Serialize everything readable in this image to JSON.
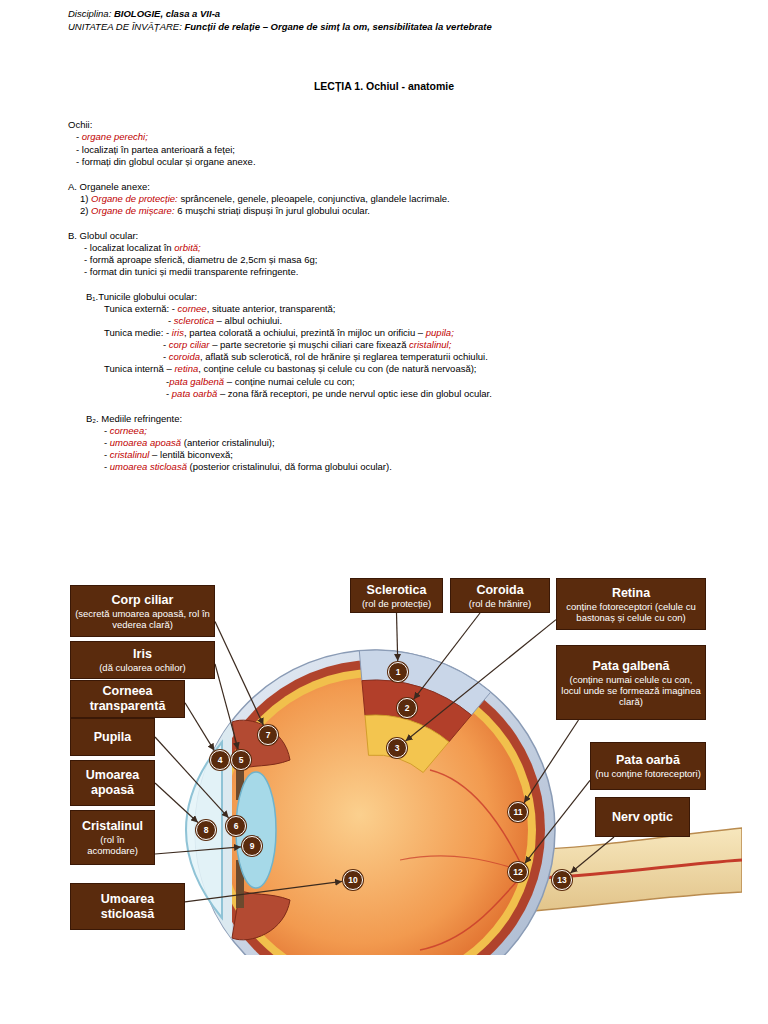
{
  "diagram": {
    "title": "LECȚIA 1. Ochiul - anatomie",
    "nodes": [
      {
        "text": [
          "Corp ciliar",
          "(secretă umoarea apoasă, rol în vederea clară)"
        ]
      },
      {
        "text": [
          "Iris",
          "(dă culoarea ochilor)"
        ]
      },
      {
        "text": [
          "Corneea transparentă"
        ]
      },
      {
        "text": [
          "Pupila"
        ]
      },
      {
        "text": [
          "Umoarea apoasă"
        ]
      },
      {
        "text": [
          "Cristalinul",
          "(rol în acomodare)"
        ]
      },
      {
        "text": [
          "Umoarea sticloasă"
        ]
      },
      {
        "text": [
          "Sclerotica",
          "(rol de protecție)"
        ]
      },
      {
        "text": [
          "Coroida",
          "(rol de hrănire)"
        ]
      },
      {
        "text": [
          "Retina",
          "conține fotoreceptori (celule cu bastonaș și celule cu con)"
        ]
      },
      {
        "text": [
          "Pata galbenă",
          "(conține numai celule cu con, locul unde se formează imaginea clară)"
        ]
      },
      {
        "text": [
          "Pata oarbă",
          "(nu conține fotoreceptori)"
        ]
      },
      {
        "text": [
          "Nerv optic"
        ]
      },
      {
        "text": [
          "1"
        ]
      },
      {
        "text": [
          "2"
        ]
      },
      {
        "text": [
          "3"
        ]
      },
      {
        "text": [
          "4"
        ]
      },
      {
        "text": [
          "5"
        ]
      },
      {
        "text": [
          "6"
        ]
      },
      {
        "text": [
          "7"
        ]
      },
      {
        "text": [
          "8"
        ]
      },
      {
        "text": [
          "9"
        ]
      },
      {
        "text": [
          "10"
        ]
      },
      {
        "text": [
          "11"
        ]
      },
      {
        "text": [
          "12"
        ]
      },
      {
        "text": [
          "13"
        ]
      }
    ],
    "edges": [
      {
        "from": 0,
        "to": 19,
        "arrow": "to"
      },
      {
        "from": 1,
        "to": 17,
        "arrow": "to"
      },
      {
        "from": 2,
        "to": 16,
        "arrow": "to"
      },
      {
        "from": 3,
        "to": 18,
        "arrow": "to"
      },
      {
        "from": 4,
        "to": 20,
        "arrow": "to"
      },
      {
        "from": 5,
        "to": 21,
        "arrow": "to"
      },
      {
        "from": 6,
        "to": 22,
        "arrow": "to"
      },
      {
        "from": 7,
        "to": 13,
        "arrow": "to"
      },
      {
        "from": 8,
        "to": 14,
        "arrow": "to"
      },
      {
        "from": 9,
        "to": 15,
        "arrow": "to"
      },
      {
        "from": 10,
        "to": 23,
        "arrow": "to"
      },
      {
        "from": 11,
        "to": 24,
        "arrow": "to"
      },
      {
        "from": 12,
        "to": 25,
        "arrow": "to"
      }
    ],
    "labels": [
      "Disciplina:",
      "BIOLOGIE, clasa a VII-a",
      "UNITATEA DE ÎNVĂȚARE:",
      "Funcții de relație – Organe de simț la om, sensibilitatea la vertebrate",
      "Ochii:",
      "-",
      "organe perechi;",
      "- localizați în partea anterioară a feței;",
      "- formați din globul ocular și organe anexe.",
      "A. Organele anexe:",
      "1)",
      "Organe de protecție:",
      "sprâncenele, genele, pleoapele, conjunctiva, glandele lacrimale.",
      "2)",
      "Organe de mișcare:",
      "6 mușchi striați dispuși în jurul globului ocular.",
      "B. Globul ocular:",
      "- localizat localizat în",
      "orbită;",
      "- formă aproape sferică, diametru de 2,5cm și masa 6g;",
      "- format din tunici și medii transparente refringente.",
      "B₁.Tunicile globului ocular:",
      "Tunica externă: -",
      "cornee",
      ", situate anterior, transparentă;",
      "-",
      "sclerotica",
      "– albul ochiului.",
      "Tunica medie: -",
      "iris",
      ", partea colorată a ochiului, prezintă în mijloc un orificiu –",
      "pupila;",
      "-",
      "corp ciliar",
      "– parte secretorie și mușchi ciliari care fixează",
      "cristalinul;",
      "-",
      "coroida",
      ", aflată sub sclerotică, rol de hrănire și reglarea temperaturii ochiului.",
      "Tunica internă –",
      "retina",
      ", conține celule cu bastonaș și celule cu con (de natură nervoasă);",
      "-",
      "pata galbenă",
      "– conține numai celule cu con;",
      "-",
      "pata oarbă",
      "– zona fără receptori, pe unde nervul optic iese din globul ocular.",
      "B₂. Mediile refringente:",
      "-",
      "corneea;",
      "-",
      "umoarea apoasă",
      "(anterior cristalinului);",
      "-",
      "cristalinul",
      "– lentilă biconvexă;",
      "-",
      "umoarea sticloasă",
      "(posterior cristalinului, dă forma globului ocular)."
    ]
  }
}
